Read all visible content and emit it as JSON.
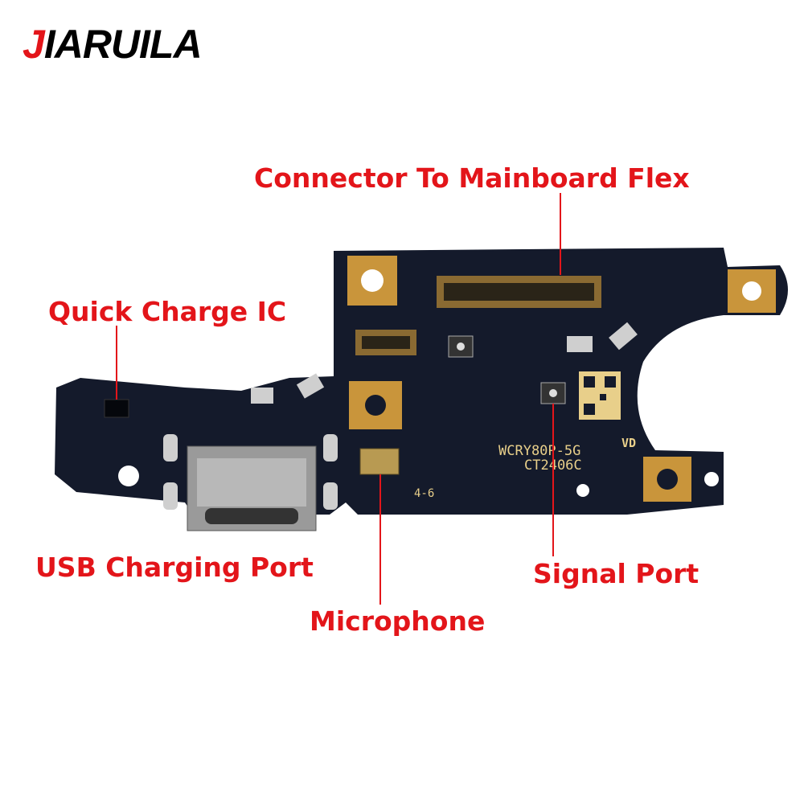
{
  "brand": {
    "logo_first": "J",
    "logo_rest": "IARUILA"
  },
  "labels": {
    "connector": "Connector To Mainboard Flex",
    "quick_charge": "Quick Charge IC",
    "usb_port": "USB Charging Port",
    "microphone": "Microphone",
    "signal_port": "Signal Port"
  },
  "board_text": {
    "model": "WCRY80P-5G",
    "code": "CT2406C",
    "mark": "VD",
    "rev": "4-6"
  },
  "colors": {
    "label": "#e3151a",
    "pcb": "#141a2b",
    "gold": "#d9a441"
  }
}
